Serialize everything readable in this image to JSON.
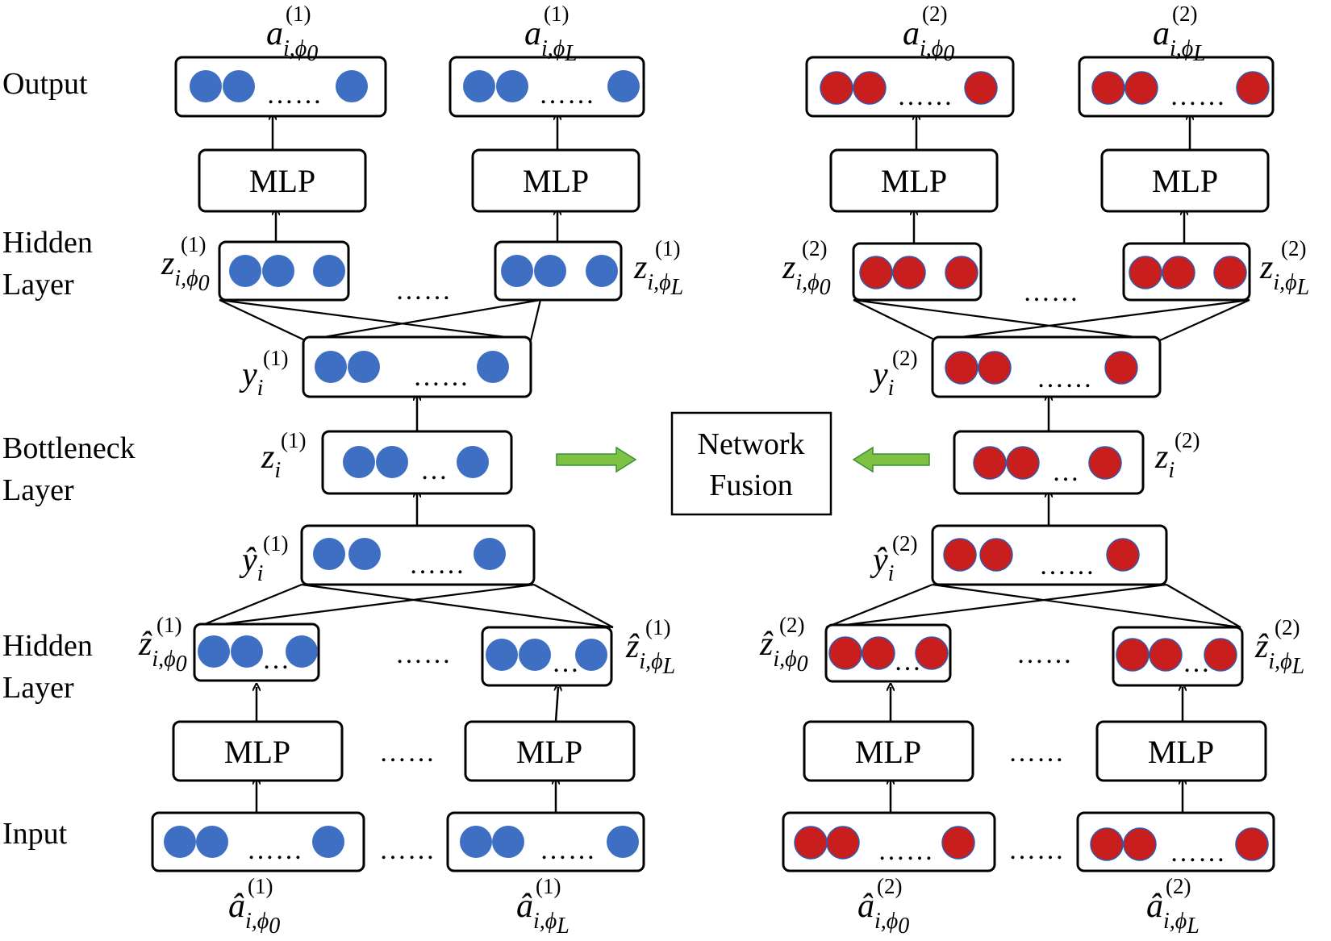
{
  "colors": {
    "left_node": "#3F6FC3",
    "right_node": "#C81E1E",
    "node_stroke": "#2E5BB0",
    "fusion_arrow": "#7DC242"
  },
  "row_labels": {
    "output": "Output",
    "hidden_top_1": "Hidden",
    "hidden_top_2": "Layer",
    "bottleneck_1": "Bottleneck",
    "bottleneck_2": "Layer",
    "hidden_bottom_1": "Hidden",
    "hidden_bottom_2": "Layer",
    "input": "Input"
  },
  "mlp_label": "MLP",
  "dots_long": "……",
  "dots_short": "…",
  "fusion": {
    "line1": "Network",
    "line2": "Fusion"
  },
  "math": {
    "a": "a",
    "a_hat": "â",
    "z": "z",
    "z_hat": "ẑ",
    "y": "y",
    "y_hat": "ŷ",
    "i": "i",
    "sub_phi0": "i,ϕ",
    "sub_0": "0",
    "sub_L": "L",
    "sup1": "(1)",
    "sup2": "(2)"
  }
}
